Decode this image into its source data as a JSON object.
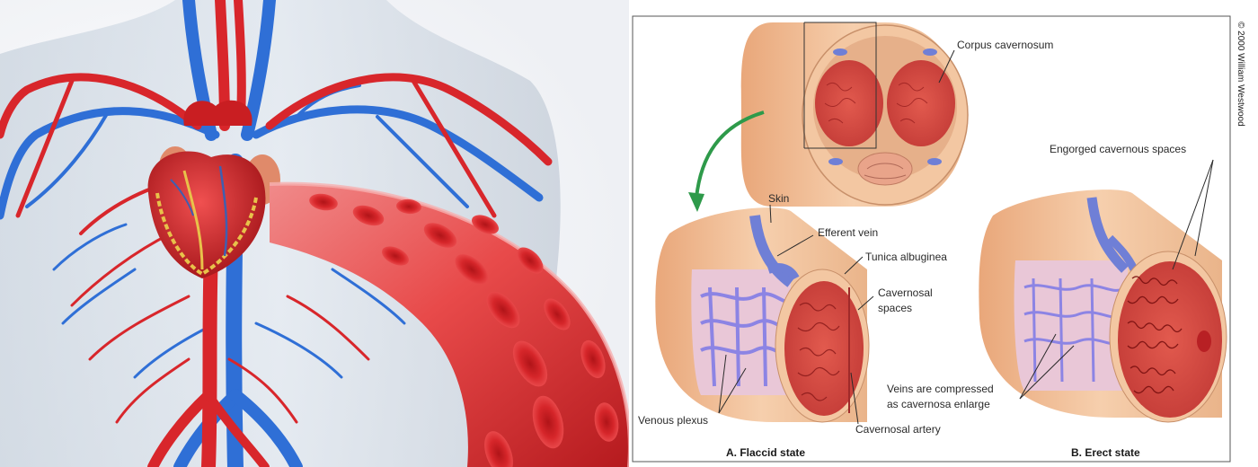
{
  "anatomy_diagram": {
    "labels": {
      "corpus_cavernosum": "Corpus cavernosum",
      "skin": "Skin",
      "efferent_vein": "Efferent vein",
      "tunica_albuginea": "Tunica albuginea",
      "cavernosal_spaces_line1": "Cavernosal",
      "cavernosal_spaces_line2": "spaces",
      "venous_plexus": "Venous plexus",
      "cavernosal_artery": "Cavernosal artery",
      "engorged_spaces": "Engorged cavernous spaces",
      "veins_compressed_line1": "Veins are compressed",
      "veins_compressed_line2": "as cavernosa enlarge"
    },
    "captions": {
      "flaccid": "A. Flaccid state",
      "erect": "B. Erect state"
    },
    "copyright": "© 2000 William Westwood"
  },
  "colors": {
    "artery_red": "#d8262b",
    "vein_blue": "#2f6fd6",
    "tissue_peach": "#f2c4a0",
    "spongy_red": "#cf3a3a",
    "plexus_lavender": "#b8b4ee",
    "arrow_green": "#2e9a4a"
  }
}
